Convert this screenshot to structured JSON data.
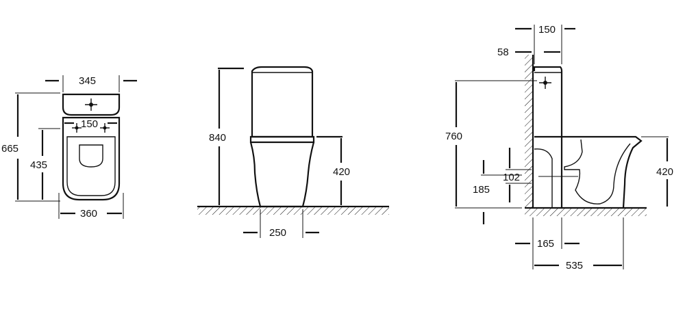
{
  "top_view": {
    "width_tank": "345",
    "hole_spacing": "150",
    "depth_total": "665",
    "seat_depth": "435",
    "width_bowl": "360"
  },
  "front_view": {
    "height_total": "840",
    "seat_height": "420",
    "foot_width": "250"
  },
  "side_view": {
    "tank_depth": "150",
    "wall_gap": "58",
    "inlet_height": "760",
    "outlet_size": "102",
    "outlet_height": "185",
    "seat_height": "420",
    "outlet_distance": "165",
    "depth_total": "535"
  }
}
